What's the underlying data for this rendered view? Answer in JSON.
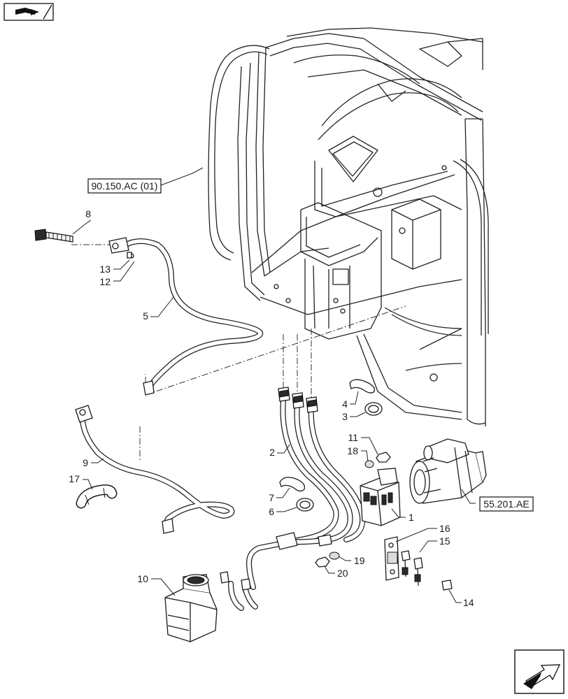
{
  "reference_labels": {
    "cab_ref": "90.150.AC (01)",
    "starter_ref": "55.201.AE"
  },
  "callouts": {
    "c1": "1",
    "c2": "2",
    "c3": "3",
    "c4": "4",
    "c5": "5",
    "c6": "6",
    "c7": "7",
    "c8": "8",
    "c9": "9",
    "c10": "10",
    "c11": "11",
    "c12": "12",
    "c13": "13",
    "c14": "14",
    "c15": "15",
    "c16": "16",
    "c17": "17",
    "c18": "18",
    "c19": "19",
    "c20": "20"
  },
  "icons": {
    "top_left": "book-arrow-icon",
    "bottom_right": "next-page-arrow-icon"
  }
}
